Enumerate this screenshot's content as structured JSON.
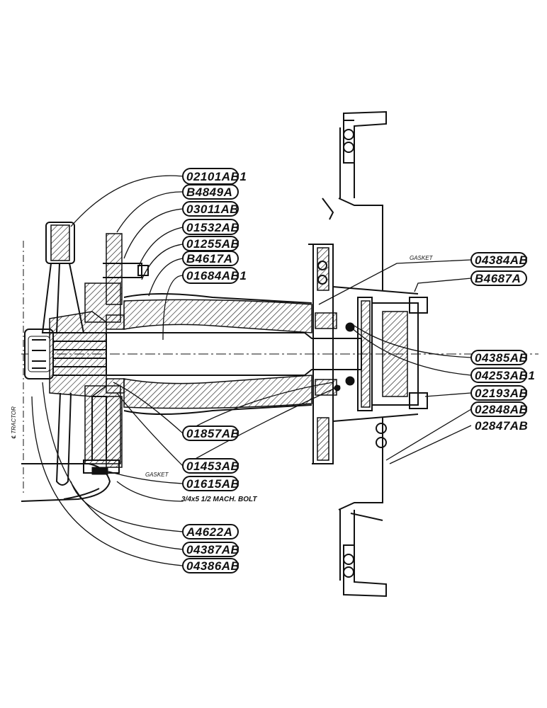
{
  "diagram": {
    "callouts_right": [
      {
        "id": "c1",
        "label": "02101AB1"
      },
      {
        "id": "c2",
        "label": "B4849A"
      },
      {
        "id": "c3",
        "label": "03011AB"
      },
      {
        "id": "c4",
        "label": "01532AB"
      },
      {
        "id": "c5",
        "label": "01255AB"
      },
      {
        "id": "c6",
        "label": "B4617A"
      },
      {
        "id": "c7",
        "label": "01684AB1"
      }
    ],
    "callouts_hub": [
      {
        "id": "h1",
        "label": "04384AB"
      },
      {
        "id": "h2",
        "label": "B4687A"
      },
      {
        "id": "h3",
        "label": "04385AB"
      },
      {
        "id": "h4",
        "label": "04253AB1"
      },
      {
        "id": "h5",
        "label": "02193AB"
      },
      {
        "id": "h6",
        "label": "02848AB"
      },
      {
        "id": "h7",
        "label": "02847AB"
      }
    ],
    "callouts_lower": [
      {
        "id": "l1",
        "label": "01857AB"
      },
      {
        "id": "l2",
        "label": "01453AB"
      },
      {
        "id": "l3",
        "label": "01615AB"
      },
      {
        "id": "l4",
        "label": "A4622A"
      },
      {
        "id": "l5",
        "label": "04387AB"
      },
      {
        "id": "l6",
        "label": "04386AB"
      }
    ],
    "notes": {
      "gasket_top": "GASKET",
      "gasket_bottom": "GASKET",
      "bolt": "3/4x5 1/2 MACH. BOLT",
      "tractor": "℄ TRACTOR"
    }
  }
}
